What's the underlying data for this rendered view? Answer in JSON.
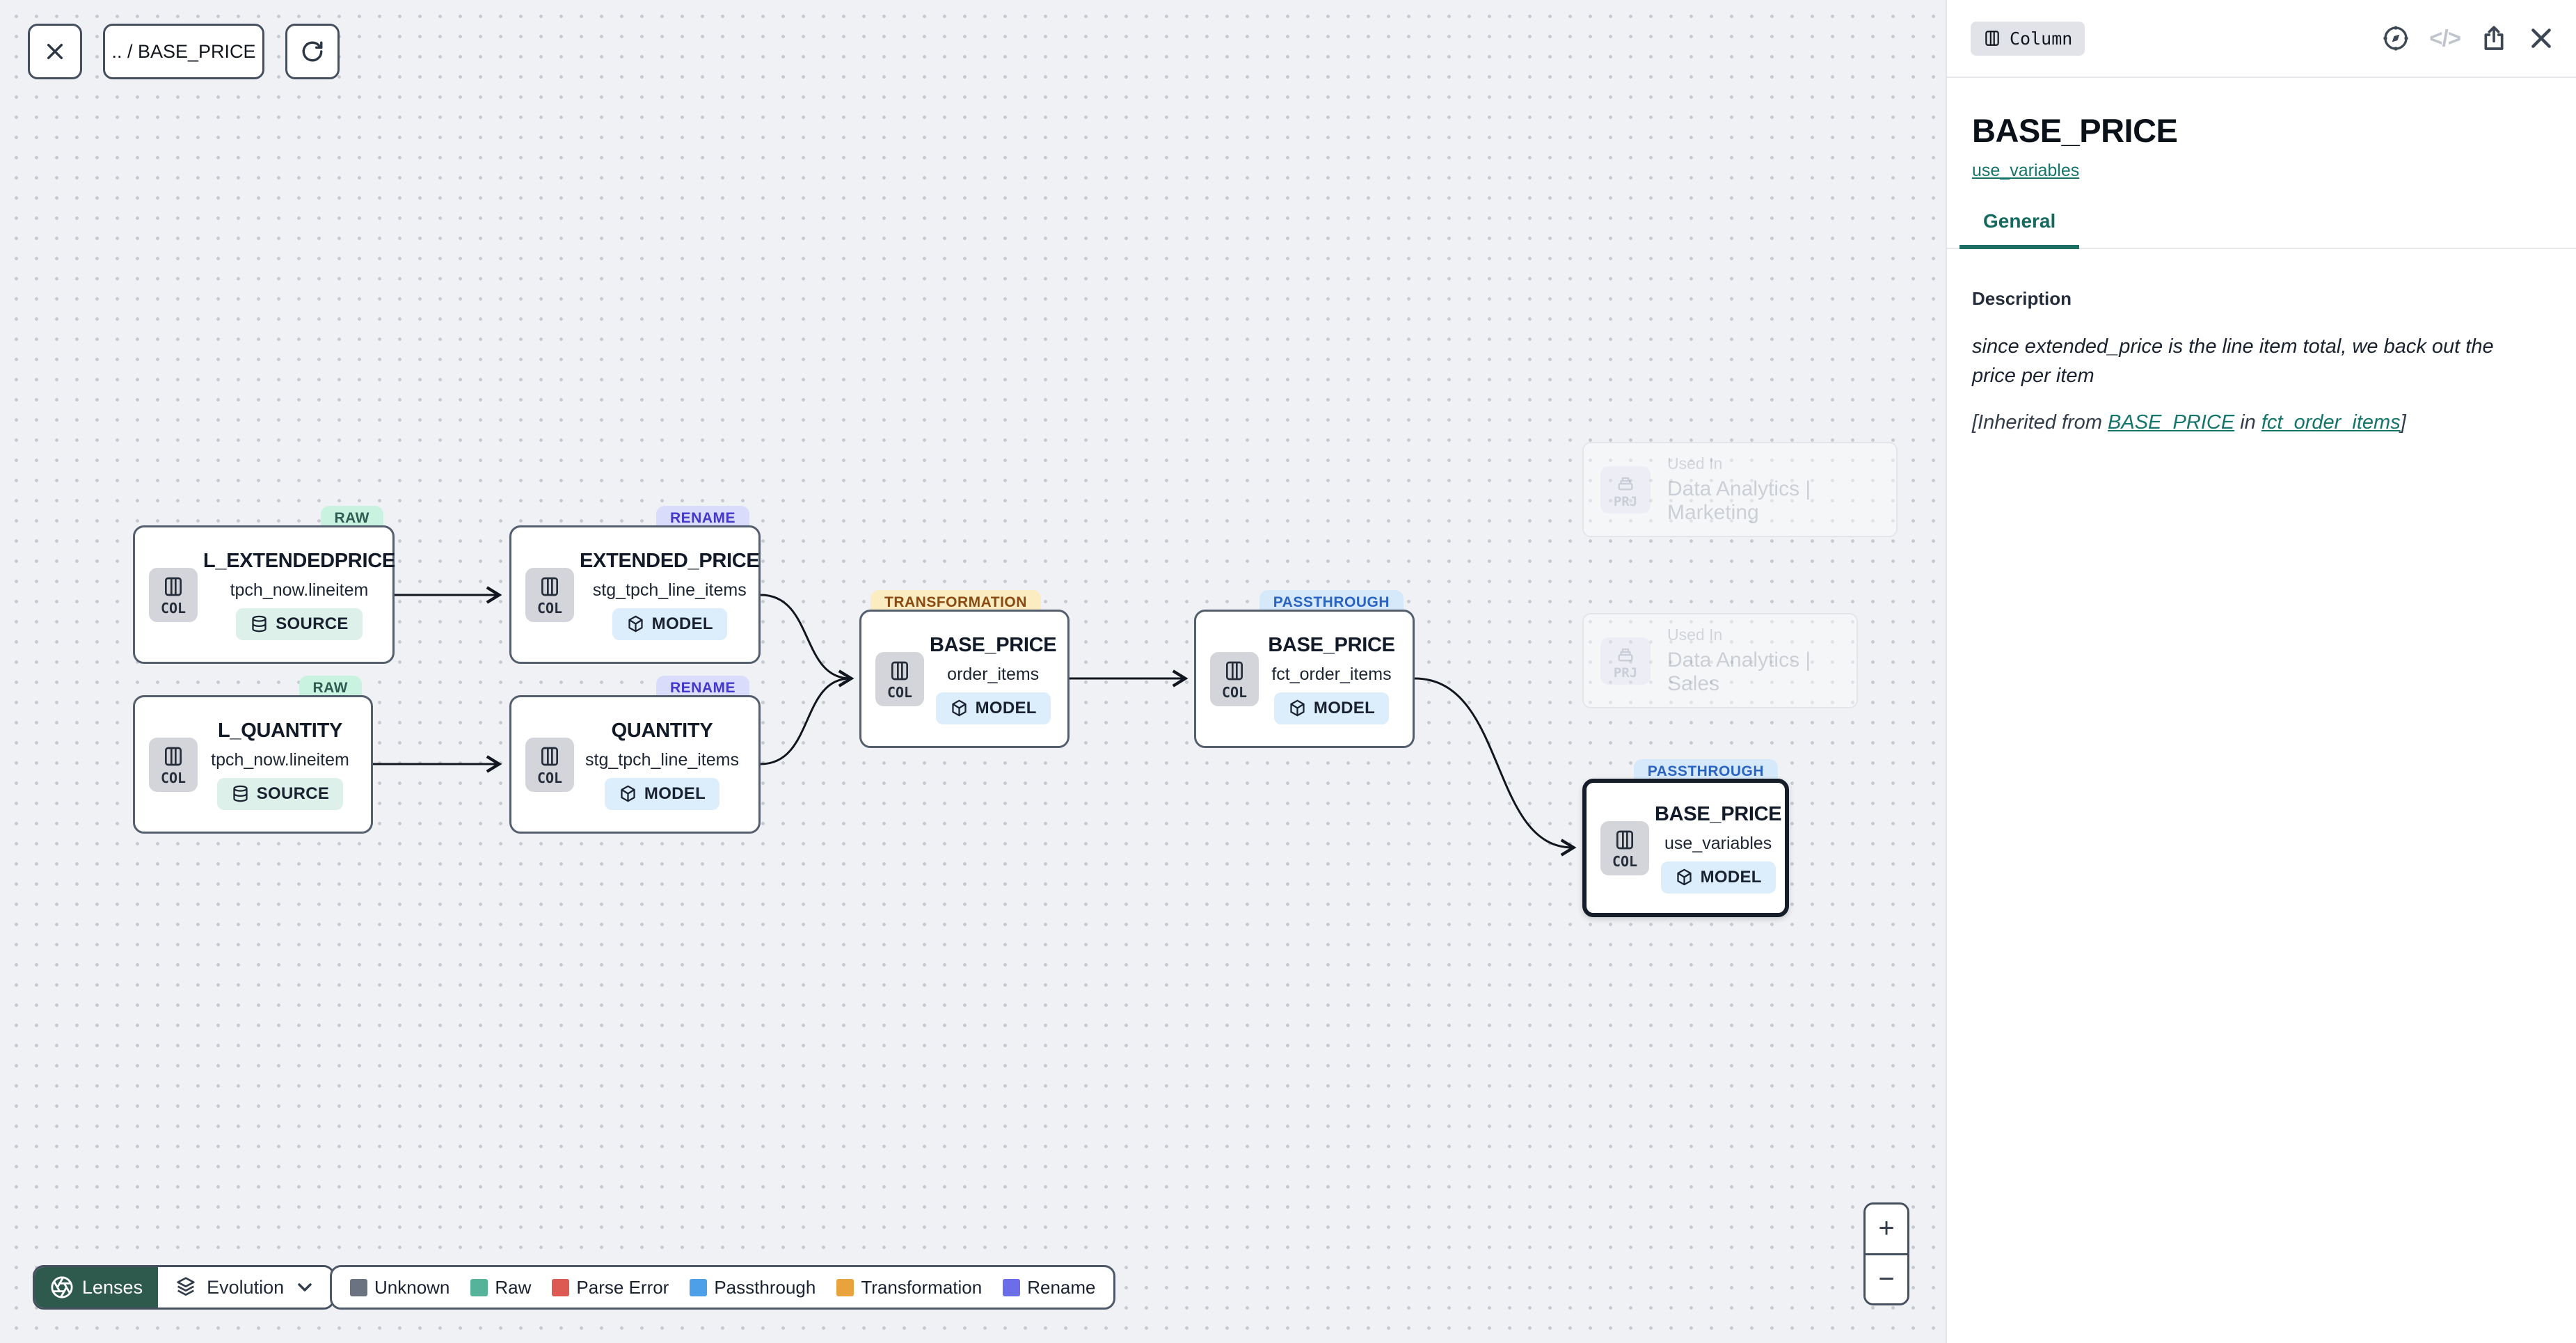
{
  "toolbar": {
    "breadcrumb": ".. / BASE_PRICE"
  },
  "panel": {
    "type_badge": "Column",
    "title": "BASE_PRICE",
    "model_link": "use_variables",
    "tabs": [
      {
        "label": "General"
      }
    ],
    "description": {
      "heading": "Description",
      "body": "since extended_price is the line item total, we back out the price per item",
      "inherited_prefix": "[Inherited from ",
      "inherited_link_column": "BASE_PRICE",
      "inherited_middle": " in ",
      "inherited_link_model": "fct_order_items",
      "inherited_suffix": "]"
    },
    "icons": {
      "code": "</>"
    }
  },
  "canvas": {
    "nodes": [
      {
        "badge": "RAW",
        "title": "L_EXTENDEDPRICE",
        "subtitle": "tpch_now.lineitem",
        "kind": "COL",
        "pill": "SOURCE"
      },
      {
        "badge": "RENAME",
        "title": "EXTENDED_PRICE",
        "subtitle": "stg_tpch_line_items",
        "kind": "COL",
        "pill": "MODEL"
      },
      {
        "badge": "RAW",
        "title": "L_QUANTITY",
        "subtitle": "tpch_now.lineitem",
        "kind": "COL",
        "pill": "SOURCE"
      },
      {
        "badge": "RENAME",
        "title": "QUANTITY",
        "subtitle": "stg_tpch_line_items",
        "kind": "COL",
        "pill": "MODEL"
      },
      {
        "badge": "TRANSFORMATION",
        "title": "BASE_PRICE",
        "subtitle": "order_items",
        "kind": "COL",
        "pill": "MODEL"
      },
      {
        "badge": "PASSTHROUGH",
        "title": "BASE_PRICE",
        "subtitle": "fct_order_items",
        "kind": "COL",
        "pill": "MODEL"
      },
      {
        "badge": "PASSTHROUGH",
        "title": "BASE_PRICE",
        "subtitle": "use_variables",
        "kind": "COL",
        "pill": "MODEL",
        "selected": true
      }
    ],
    "used_in": [
      {
        "label": "Used In",
        "project": "Data Analytics | Marketing",
        "kind": "PRJ"
      },
      {
        "label": "Used In",
        "project": "Data Analytics | Sales",
        "kind": "PRJ"
      }
    ]
  },
  "lenses": {
    "button": "Lenses",
    "selected_lens": "Evolution"
  },
  "legend": {
    "items": [
      {
        "label": "Unknown",
        "color": "#6b7280"
      },
      {
        "label": "Raw",
        "color": "#54b399"
      },
      {
        "label": "Parse Error",
        "color": "#dd5a52"
      },
      {
        "label": "Passthrough",
        "color": "#4da0e8"
      },
      {
        "label": "Transformation",
        "color": "#e8a33d"
      },
      {
        "label": "Rename",
        "color": "#6b6ee8"
      }
    ]
  },
  "zoom_controls": {
    "zoom_in": "+",
    "zoom_out": "−"
  },
  "colors": {
    "accent_teal": "#15756a",
    "lenses_button_bg": "#2e594d",
    "badge_raw_bg": "#c9f3e0",
    "badge_rename_bg": "#d9dcfa",
    "badge_transformation_bg": "#fbecc2",
    "badge_passthrough_bg": "#d6e9fb",
    "pill_source_bg": "#ddf0e9",
    "pill_model_bg": "#dcedfb",
    "node_border": "#545e6d",
    "selected_node_border": "#161d29",
    "canvas_bg": "#f0f1f4"
  }
}
